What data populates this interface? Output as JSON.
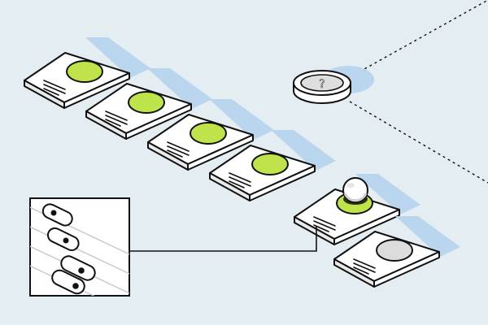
{
  "colors": {
    "background": "#e4eef2",
    "shadow": "#b9d6ee",
    "card_face": "#ffffff",
    "card_side": "#e9e9e9",
    "stroke": "#111111",
    "accent": "#bfe34b",
    "empty_circle": "#dcdcdc",
    "coin_face": "#dedede",
    "inset_line": "#c9c9c9"
  },
  "coin": {
    "glyph": "?",
    "icon": "question-coin-icon"
  },
  "cards": [
    {
      "state": "complete",
      "icon": "lime-circle-icon"
    },
    {
      "state": "complete",
      "icon": "lime-circle-icon"
    },
    {
      "state": "complete",
      "icon": "lime-circle-icon"
    },
    {
      "state": "complete",
      "icon": "lime-circle-icon"
    },
    {
      "state": "current",
      "icon": "marble-on-lime-icon"
    },
    {
      "state": "empty",
      "icon": "empty-circle-icon"
    }
  ],
  "inset": {
    "icon": "pill-toggles-icon"
  }
}
